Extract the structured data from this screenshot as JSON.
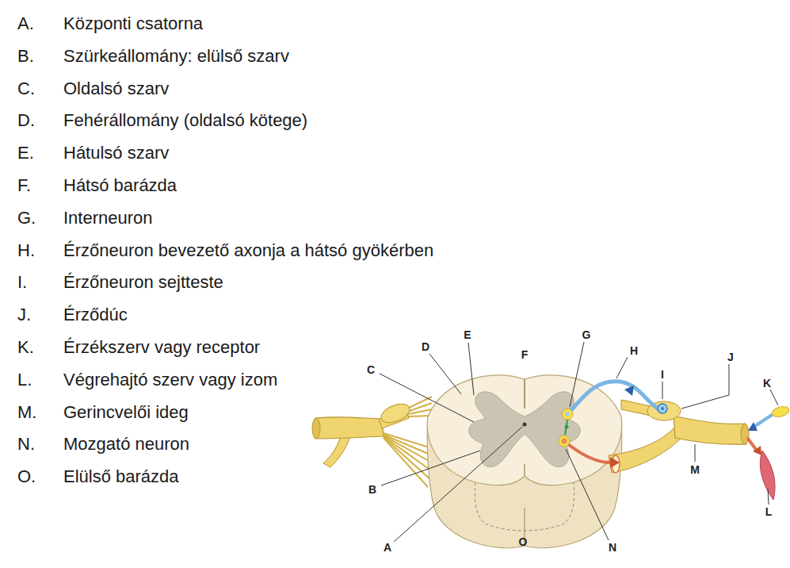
{
  "diagram": {
    "labels": [
      "A.",
      "Központi csatorna",
      "B.",
      "Szürkeállomány: elülső szarv",
      "C.",
      "Oldalsó szarv",
      "D.",
      "Fehérállomány (oldalsó kötege)",
      "E.",
      "Hátulsó szarv",
      "F.",
      "Hátsó barázda",
      "G.",
      "Interneuron",
      "H.",
      "Érzőneuron bevezető axonja a hátsó gyökérben",
      "I.",
      "Érzőneuron sejtteste",
      "J.",
      "Érződúc",
      "K.",
      "Érzékszerv vagy receptor",
      "L.",
      "Végrehajtó szerv vagy izom",
      "M.",
      "Gerincvelői ideg",
      "N.",
      "Mozgató neuron",
      "O.",
      "Elülső barázda",
      "E",
      "G",
      "D",
      "H",
      "F",
      "J",
      "C",
      "I",
      "K",
      "M",
      "B",
      "L",
      "O",
      "A",
      "N"
    ]
  }
}
